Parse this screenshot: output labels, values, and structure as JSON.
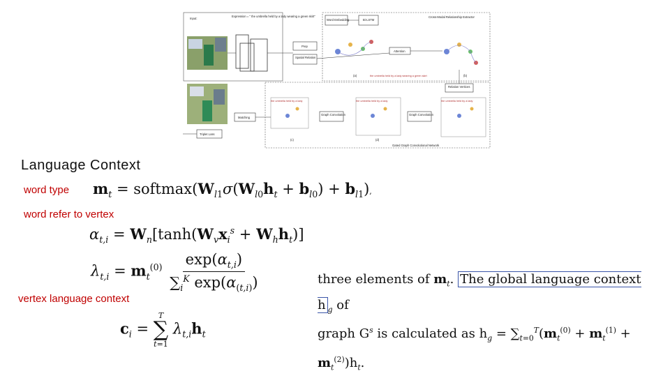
{
  "heading": "Language  Context",
  "labels": {
    "word_type": "word  type",
    "word_refer": "word  refer  to  vertex",
    "vertex_context": "vertex  language  context"
  },
  "paragraph": {
    "line1_prefix": "three elements of ",
    "line1_boxed": "The global language context h",
    "line1_suffix": " of",
    "line2": "graph G",
    "line2_b": " is calculated as h",
    "line2_c": " = ∑",
    "line3": "m",
    "line3_b": ")h",
    "tail": "."
  },
  "figure": {
    "input_label": "Input:",
    "expression": "Expression = \" the umbrella held by a lady wearing a green skirt\"",
    "word_embedding": "Word Embedding",
    "bilstm": "Bi-LSTM",
    "cross_modal_title": "Cross-Modal Relationship Extractor",
    "prep": "Prep",
    "spatial_relation": "Spatial Relation",
    "attention": "Attention",
    "caption_a": "(a)",
    "caption_b": "(b)",
    "caption_c": "(c)",
    "caption_d": "(d)",
    "caption_a_text": "the umbrella held by a lady wearing a green skirt",
    "relation_vertices": "Relation Vertices",
    "matching": "Matching",
    "graph_convolution_1": "Graph Convolution",
    "graph_convolution_2": "Graph Convolution",
    "triplet_loss": "Triplet Loss",
    "gated_gcn": "Gated Graph Convolutional Network",
    "panel_text": "the umbrella held by a lady"
  }
}
